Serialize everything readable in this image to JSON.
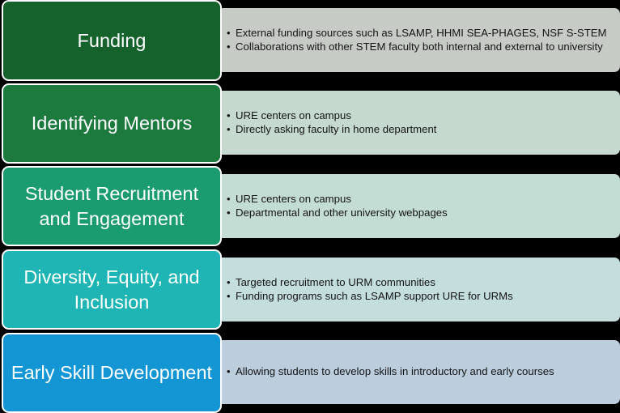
{
  "rows": [
    {
      "label": "Funding",
      "color": "#16622c",
      "panel_color": "#c7cbc6",
      "bullets": [
        "External funding sources such as LSAMP, HHMI SEA-PHAGES, NSF S-STEM",
        "Collaborations with other STEM faculty both internal and external to university"
      ]
    },
    {
      "label": "Identifying Mentors",
      "color": "#1c7a3e",
      "panel_color": "#c6d9cf",
      "bullets": [
        "URE centers on campus",
        "Directly asking faculty in home department"
      ]
    },
    {
      "label": "Student Recruitment and Engagement",
      "color": "#1b9b70",
      "panel_color": "#c3dcd4",
      "bullets": [
        "URE centers on campus",
        "Departmental and other university webpages"
      ]
    },
    {
      "label": "Diversity, Equity, and Inclusion",
      "color": "#1fb5b4",
      "panel_color": "#c4dede",
      "bullets": [
        "Targeted recruitment to URM communities",
        "Funding programs such as LSAMP support URE for URMs"
      ]
    },
    {
      "label": "Early Skill Development",
      "color": "#1596d4",
      "panel_color": "#bccddd",
      "bullets": [
        "Allowing students to develop skills in introductory and early courses"
      ]
    }
  ]
}
